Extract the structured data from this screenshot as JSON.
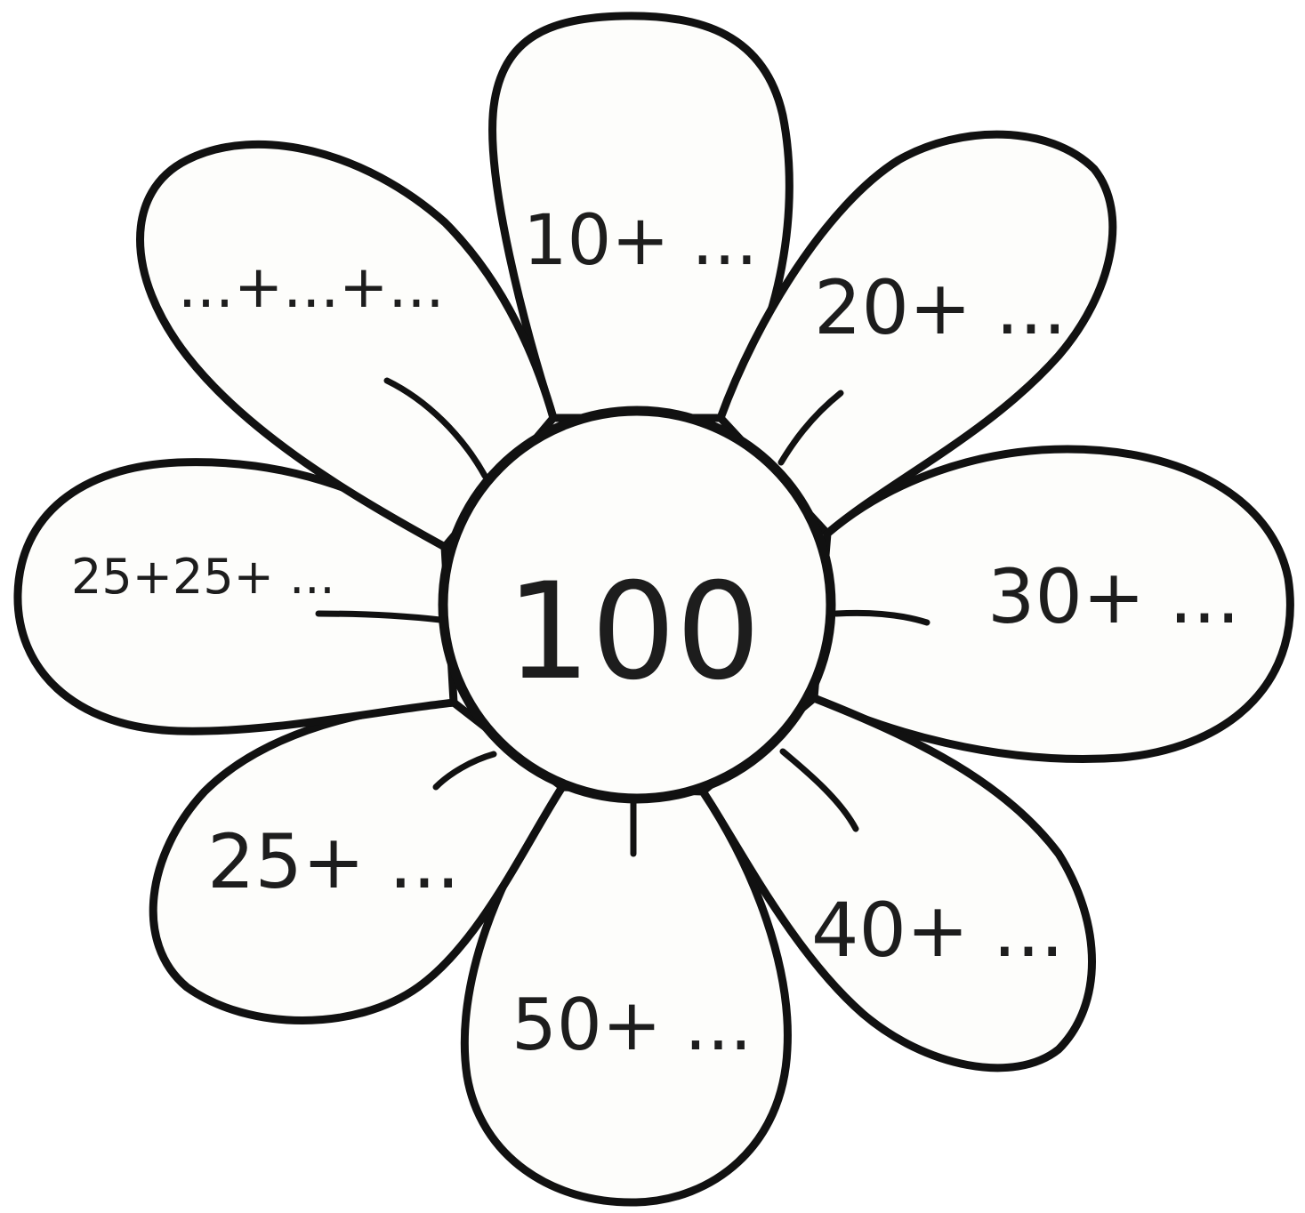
{
  "center": {
    "value": "100"
  },
  "petals": [
    {
      "label": "10+ ..."
    },
    {
      "label": "20+ ..."
    },
    {
      "label": "30+ ..."
    },
    {
      "label": "40+ ..."
    },
    {
      "label": "50+ ..."
    },
    {
      "label": "25+ ..."
    },
    {
      "label": "25+25+ ..."
    },
    {
      "label": "...+...+..."
    }
  ],
  "colors": {
    "outline": "#111111",
    "fill": "#fdfdfb",
    "text": "#1d1d1d"
  }
}
